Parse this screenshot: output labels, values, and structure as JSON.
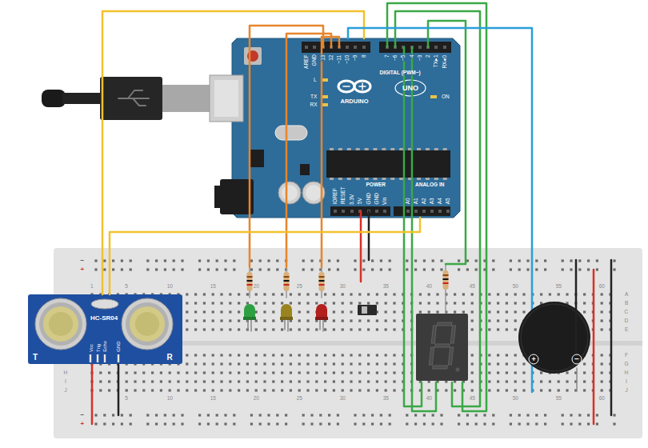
{
  "diagram": {
    "nodes": [
      {
        "text": [
          "ARDUINO",
          "UNO"
        ]
      },
      {
        "text": [
          "HC-SR04"
        ]
      },
      {
        "text": [
          "+",
          "−"
        ]
      }
    ],
    "edges": [
      {
        "from": 0,
        "to": 1,
        "arrow": "none"
      },
      {
        "from": 0,
        "to": 1,
        "arrow": "none"
      },
      {
        "from": 0,
        "to": 2,
        "arrow": "none"
      }
    ],
    "labels": [
      "AREF",
      "GND",
      "13",
      "12",
      "~11",
      "~10",
      "~9",
      "8",
      "7",
      "~6",
      "~5",
      "4",
      "~3",
      "2",
      "TX▸1",
      "RX◂0",
      "DIGITAL (PWM~)",
      "L",
      "TX",
      "RX",
      "ON",
      "POWER",
      "ANALOG IN",
      "IOREF",
      "RESET",
      "3.3V",
      "5V",
      "GND",
      "GND",
      "Vin",
      "A0",
      "A1",
      "A2",
      "A3",
      "A4",
      "A5",
      "Vcc",
      "Trig",
      "Echo",
      "GND",
      "T",
      "R",
      "1",
      "5",
      "10",
      "15",
      "20",
      "25",
      "30",
      "35",
      "40",
      "45",
      "50",
      "55",
      "60",
      "5",
      "10",
      "15",
      "20",
      "25",
      "30",
      "35",
      "40",
      "45",
      "50",
      "55",
      "60",
      "A",
      "B",
      "C",
      "D",
      "E",
      "F",
      "G",
      "H",
      "I",
      "J",
      "H",
      "I",
      "J",
      "−",
      "+",
      "−",
      "+"
    ]
  }
}
